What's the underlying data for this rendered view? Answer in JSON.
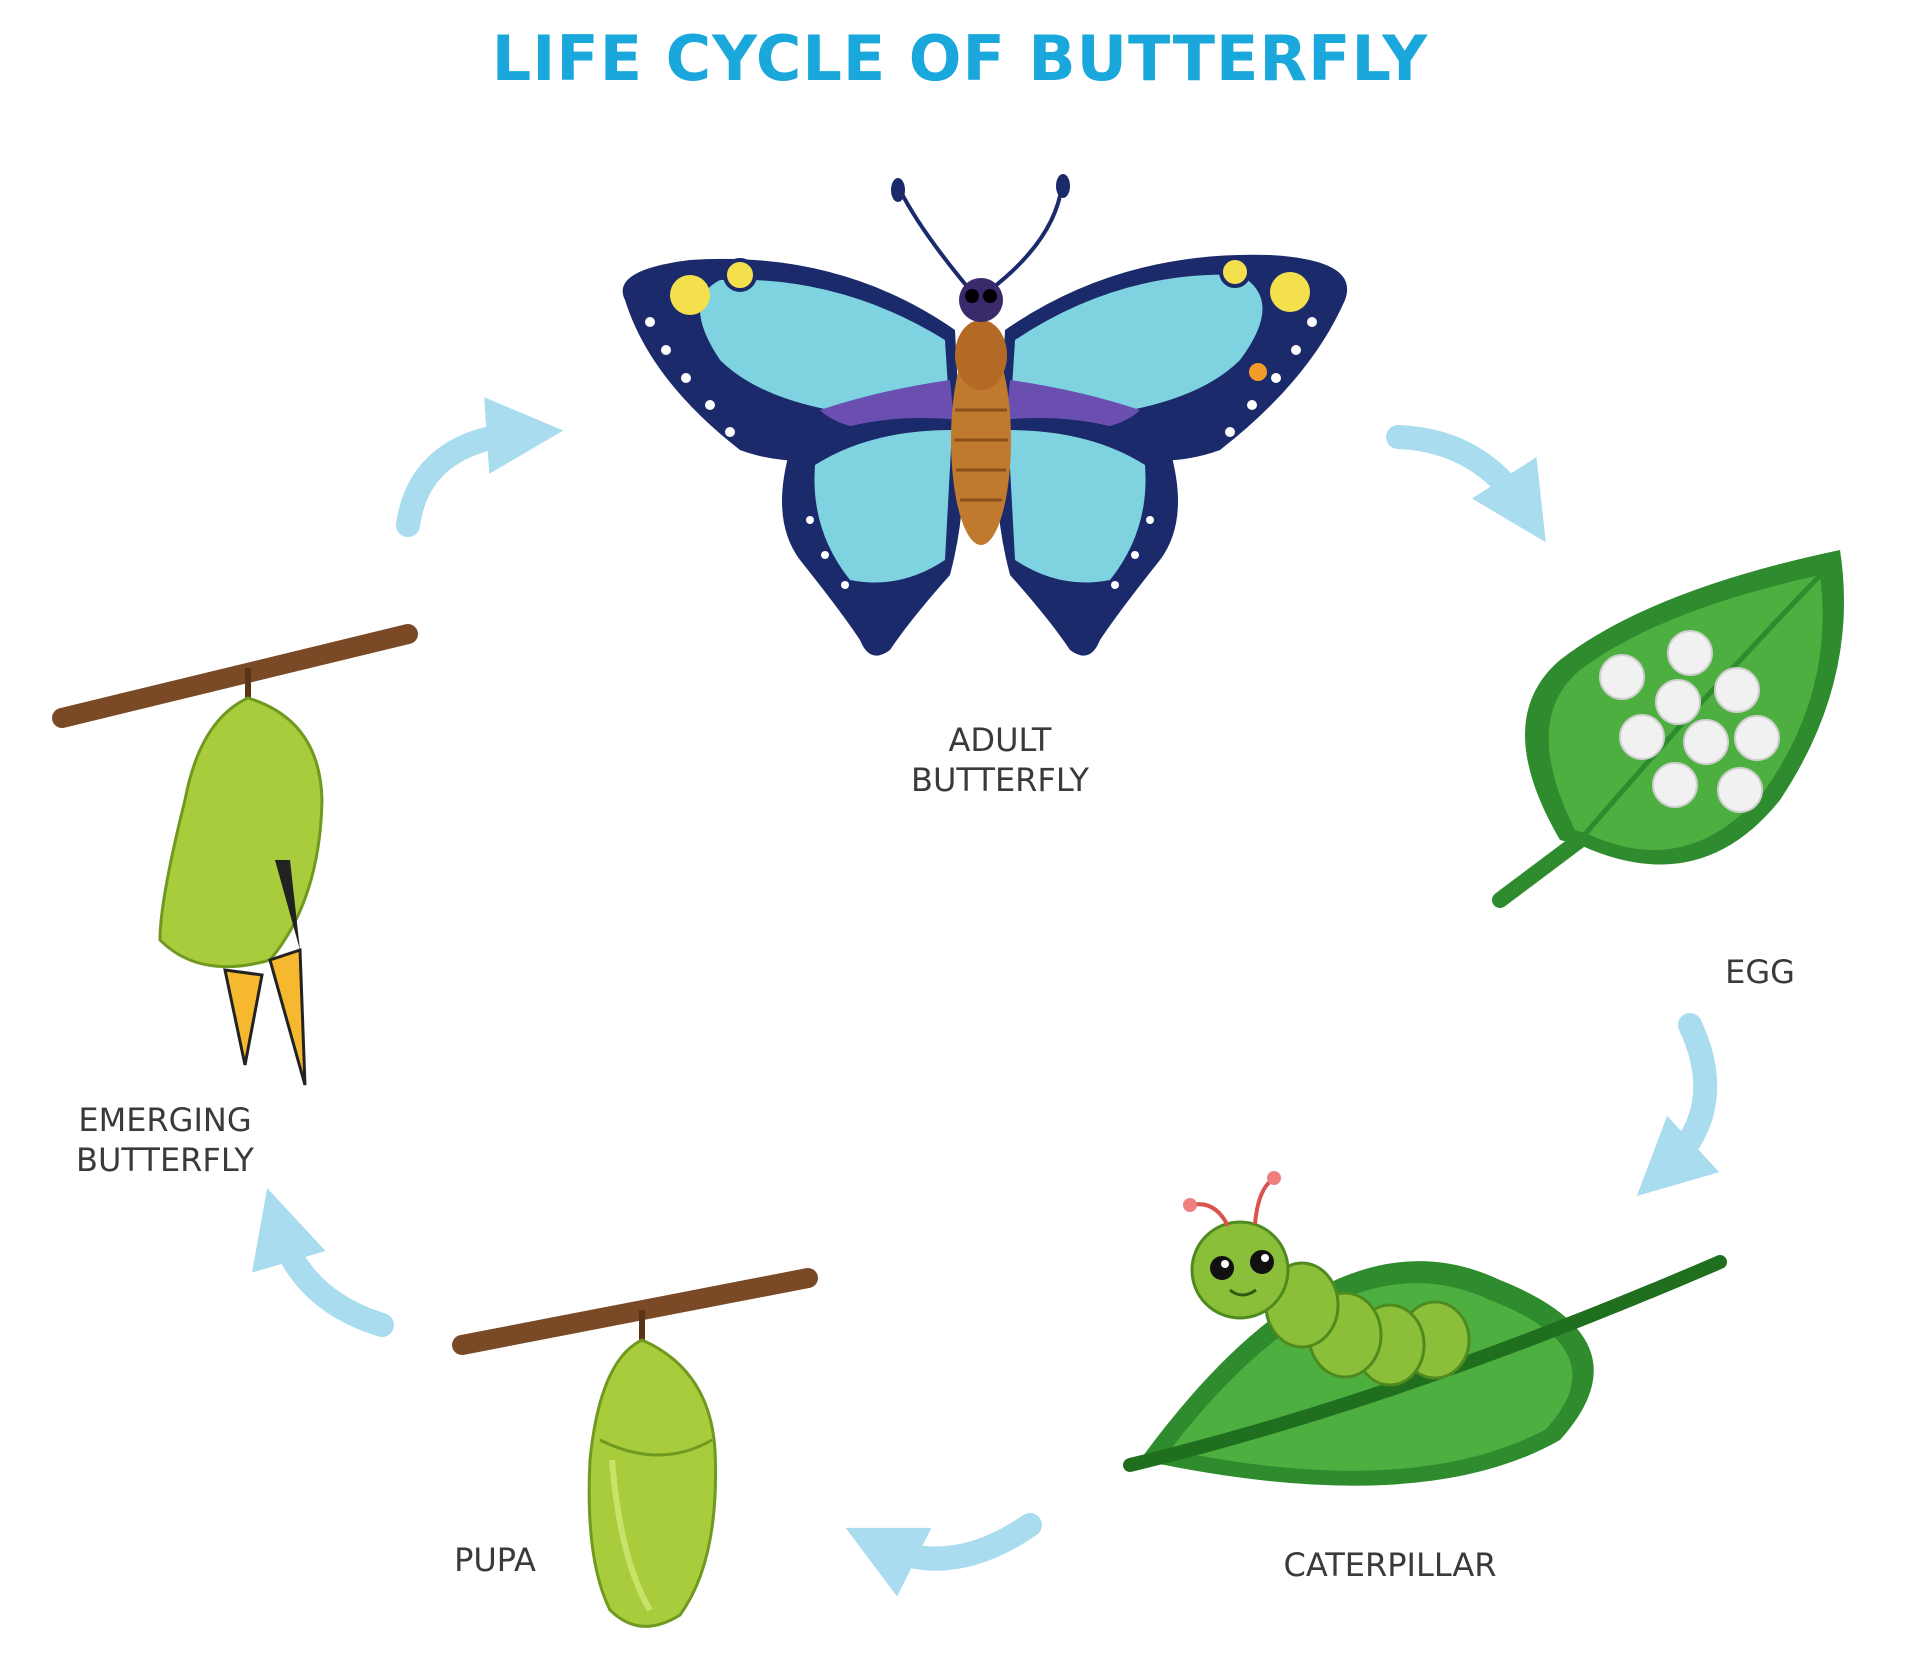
{
  "title": "LIFE CYCLE OF BUTTERFLY",
  "stages": {
    "adult": [
      "ADULT",
      "BUTTERFLY"
    ],
    "egg": [
      "EGG"
    ],
    "caterpillar": [
      "CATERPILLAR"
    ],
    "pupa": [
      "PUPA"
    ],
    "emerging": [
      "EMERGING",
      "BUTTERFLY"
    ]
  },
  "colors": {
    "title": "#1aa8dc",
    "arrow": "#a9dcee",
    "label": "#3a3a3a",
    "leaf_dark": "#2e8b2e",
    "leaf_light": "#4caf3f",
    "egg": "#f1f1f1",
    "chrysalis": "#a8cc3c",
    "branch": "#7a4a26",
    "wing_dark": "#1b2a6b",
    "wing_light": "#7fd3e0",
    "wing_purple": "#6a4fb0",
    "body": "#c07a2e"
  },
  "icons": [
    "butterfly-icon",
    "leaf-with-eggs-icon",
    "caterpillar-on-leaf-icon",
    "chrysalis-icon",
    "emerging-butterfly-icon",
    "cycle-arrow-icon"
  ]
}
